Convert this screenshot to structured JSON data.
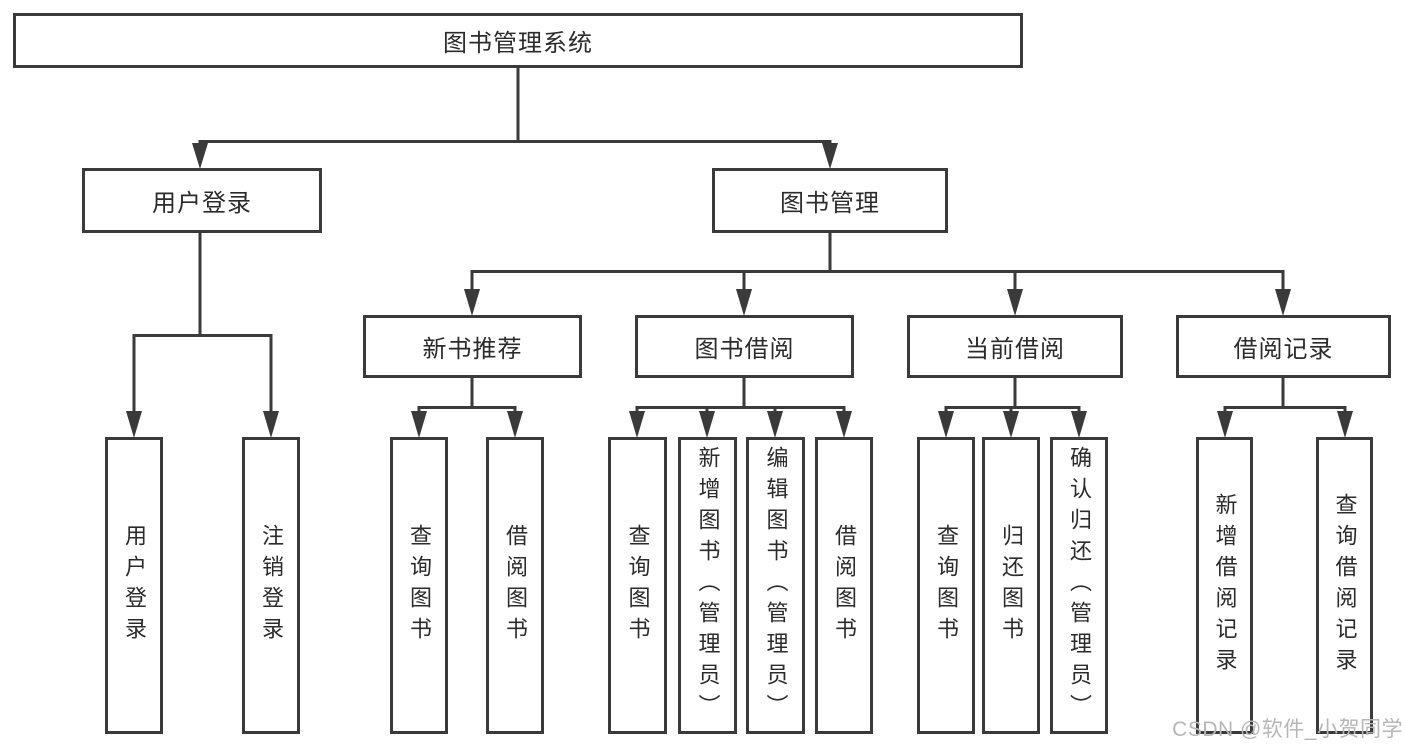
{
  "diagram": {
    "title": "图书管理系统",
    "tree": {
      "root": {
        "label": "图书管理系统"
      },
      "branches": [
        {
          "label": "用户登录",
          "children": [
            "用户登录",
            "注销登录"
          ]
        },
        {
          "label": "图书管理",
          "sections": [
            {
              "label": "新书推荐",
              "children": [
                "查询图书",
                "借阅图书"
              ]
            },
            {
              "label": "图书借阅",
              "children": [
                "查询图书",
                "新增图书（管理员）",
                "编辑图书（管理员）",
                "借阅图书"
              ]
            },
            {
              "label": "当前借阅",
              "children": [
                "查询图书",
                "归还图书",
                "确认归还（管理员）"
              ]
            },
            {
              "label": "借阅记录",
              "children": [
                "新增借阅记录",
                "查询借阅记录"
              ]
            }
          ]
        }
      ]
    },
    "colors": {
      "line": "#3a3a3a",
      "box_border": "#3a3a3a",
      "text": "#2b2b2b",
      "background": "#ffffff",
      "watermark": "#b6b6b6"
    }
  },
  "watermark": "CSDN @软件_小贺同学"
}
